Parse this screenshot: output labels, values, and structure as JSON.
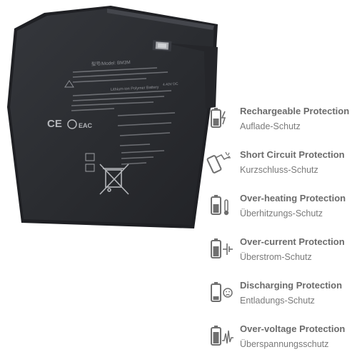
{
  "colors": {
    "battery_body": "#2b2d31",
    "label_text": "#9a9ca0",
    "feature_text": "#6b6b6b",
    "icon_gray": "#6f6f6f"
  },
  "battery": {
    "model_line": "型号/Model: BM3M",
    "product_line": "Lithium-ion Polymer Battery",
    "voltage": "4.40V DC",
    "cert_marks": [
      "CE",
      "EAC"
    ]
  },
  "features": [
    {
      "title": "Rechargeable Protection",
      "subtitle": "Auflade-Schutz",
      "icon": "battery-charging-icon"
    },
    {
      "title": "Short Circuit Protection",
      "subtitle": "Kurzschluss-Schutz",
      "icon": "short-circuit-icon"
    },
    {
      "title": "Over-heating Protection",
      "subtitle": "Überhitzungs-Schutz",
      "icon": "thermometer-battery-icon"
    },
    {
      "title": "Over-current Protection",
      "subtitle": "Überstrom-Schutz",
      "icon": "current-battery-icon"
    },
    {
      "title": "Discharging Protection",
      "subtitle": "Entladungs-Schutz",
      "icon": "sad-battery-icon"
    },
    {
      "title": "Over-voltage Protection",
      "subtitle": "Überspannungsschutz",
      "icon": "voltage-spike-battery-icon"
    }
  ]
}
